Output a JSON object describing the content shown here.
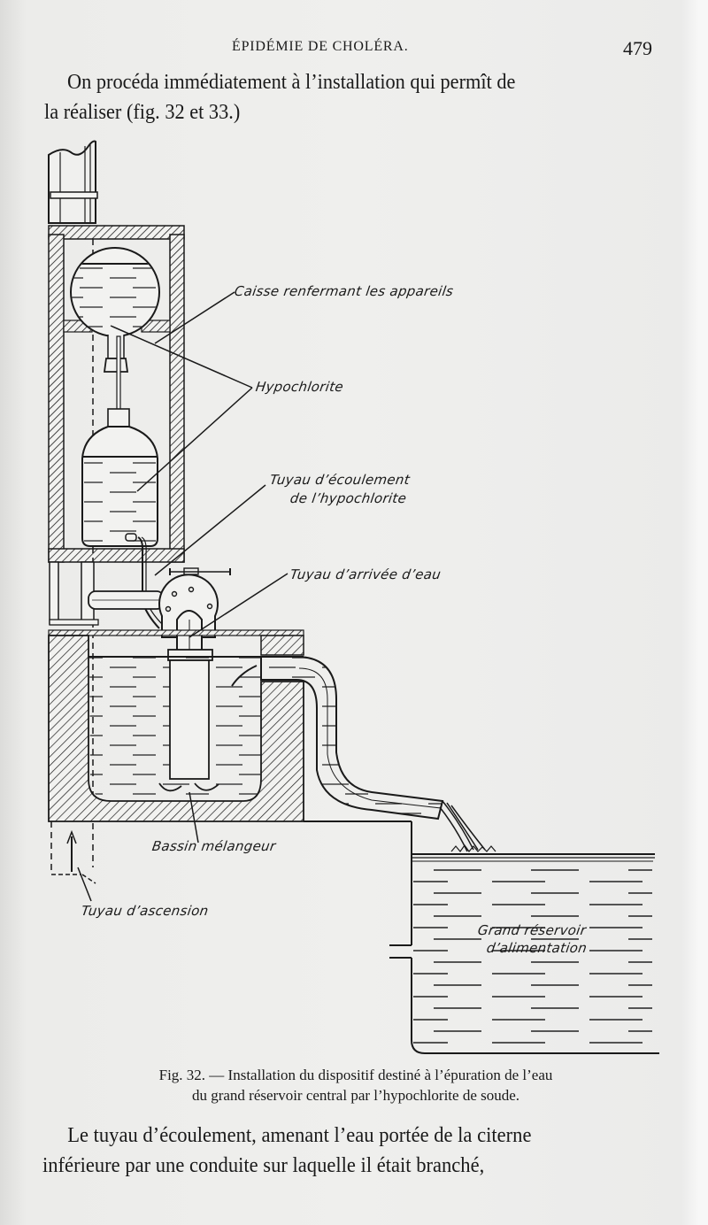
{
  "running_head": {
    "title": "ÉPIDÉMIE DE CHOLÉRA.",
    "page_number": "479"
  },
  "intro_paragraph": {
    "lines": [
      "On procéda immédiatement à l’installation qui permît de",
      "la réaliser (fig. 32 et 33.)"
    ]
  },
  "figure": {
    "labels": {
      "caisse": "Caisse renfermant les appareils",
      "hypochlorite": "Hypochlorite",
      "tuyau_ecoulement_1": "Tuyau d’écoulement",
      "tuyau_ecoulement_2": "de l’hypochlorite",
      "tuyau_arrivee": "Tuyau d’arrivée d’eau",
      "bassin": "Bassin mélangeur",
      "tuyau_ascension": "Tuyau d’ascension",
      "reservoir_1": "Grand réservoir",
      "reservoir_2": "d’alimentation"
    },
    "caption": {
      "lines": [
        "Fig. 32. — Installation du dispositif destiné à l’épuration de l’eau",
        "du grand réservoir central par l’hypochlorite de soude."
      ]
    }
  },
  "body_paragraph": {
    "lines": [
      "Le tuyau d’écoulement, amenant l’eau portée de la citerne",
      "inférieure par une conduite sur laquelle il était branché,"
    ]
  }
}
